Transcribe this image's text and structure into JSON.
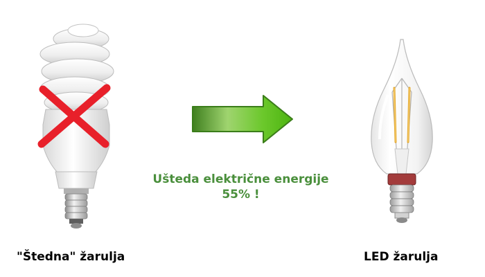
{
  "left_caption": "\"Štedna\" žarulja",
  "right_caption": "LED žarulja",
  "saving": {
    "line1": "Ušteda električne energije",
    "line2": "55% !"
  },
  "colors": {
    "saving_text": "#4a8f3c",
    "arrow_green": "#5cc21a",
    "cross_red": "#e8202a"
  },
  "icons": {
    "left_image": "cfl-bulb-icon",
    "cross": "cross-icon",
    "arrow": "arrow-right-icon",
    "right_image": "led-filament-bulb-icon"
  }
}
